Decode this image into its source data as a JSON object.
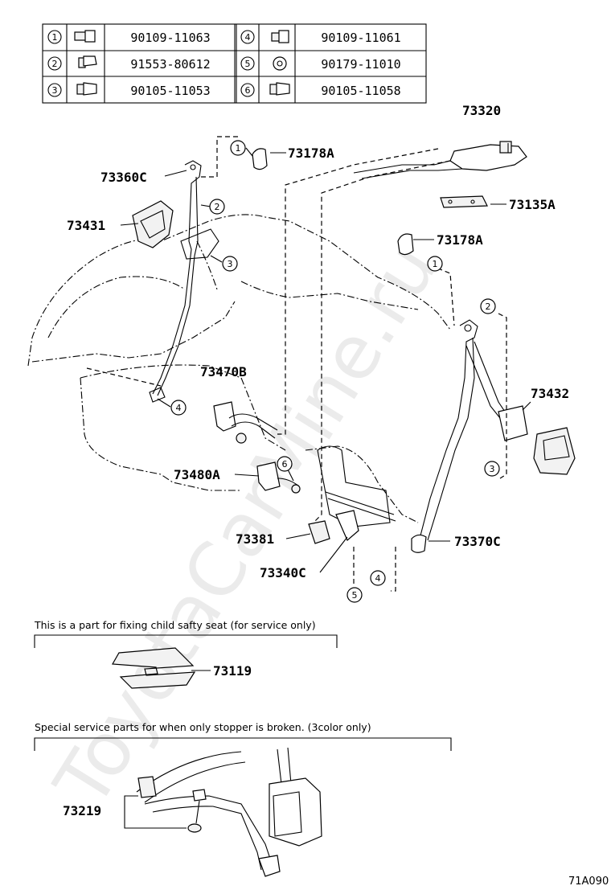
{
  "fastener_table": [
    {
      "idx": "1",
      "part": "90109-11063"
    },
    {
      "idx": "2",
      "part": "91553-80612"
    },
    {
      "idx": "3",
      "part": "90105-11053"
    },
    {
      "idx": "4",
      "part": "90109-11061"
    },
    {
      "idx": "5",
      "part": "90179-11010"
    },
    {
      "idx": "6",
      "part": "90105-11058"
    }
  ],
  "callouts": {
    "p73320": "73320",
    "p73178A_top": "73178A",
    "p73360C": "73360C",
    "p73135A": "73135A",
    "p73431": "73431",
    "p73178A_mid": "73178A",
    "p73470B": "73470B",
    "p73432": "73432",
    "p73480A": "73480A",
    "p73381": "73381",
    "p73370C": "73370C",
    "p73340C": "73340C",
    "p73119": "73119",
    "p73219": "73219"
  },
  "circle_refs": [
    "1",
    "2",
    "3",
    "4",
    "1",
    "2",
    "3",
    "6",
    "5",
    "4"
  ],
  "notes": {
    "child_seat": "This is a part for fixing child safty seat (for service only)",
    "stopper": "Special service parts for when only stopper is broken. (3color only)"
  },
  "watermark": "ToyotaCarMine.ru",
  "diagram_code": "71A090"
}
